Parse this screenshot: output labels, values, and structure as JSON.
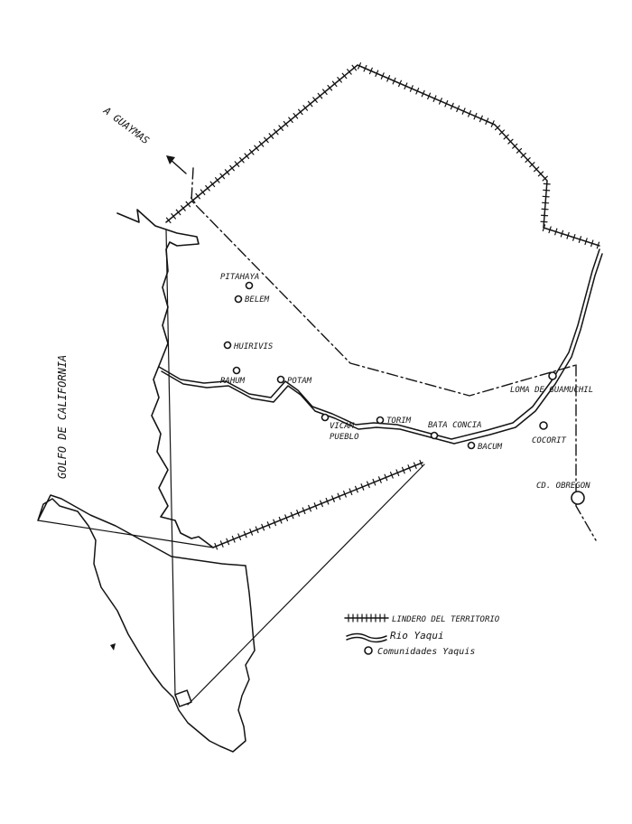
{
  "map": {
    "direction_label": "A GUAYMAS",
    "sea_label": "GOLFO DE CALIFORNIA",
    "communities": [
      {
        "id": "pitahaya",
        "name": "PITAHAYA"
      },
      {
        "id": "belem",
        "name": "BELEM"
      },
      {
        "id": "huirivis",
        "name": "HUIRIVIS"
      },
      {
        "id": "rahum",
        "name": "RAHUM"
      },
      {
        "id": "potam",
        "name": "POTAM"
      },
      {
        "id": "vicam",
        "name": "VICAM"
      },
      {
        "id": "torim",
        "name": "TORIM"
      },
      {
        "id": "bataconcia",
        "name": "BATA CONCIA"
      },
      {
        "id": "bacum",
        "name": "BACUM"
      },
      {
        "id": "loma",
        "name": "LOMA DE GUAMUCHIL"
      },
      {
        "id": "cocorit",
        "name": "COCORIT"
      },
      {
        "id": "obregon",
        "name": "CD. OBREGON"
      }
    ],
    "vicam_sub": "PUEBLO",
    "legend": {
      "boundary": "LINDERO DEL TERRITORIO",
      "river": "Rio Yaqui",
      "communities": "Comunidades Yaquis"
    }
  }
}
